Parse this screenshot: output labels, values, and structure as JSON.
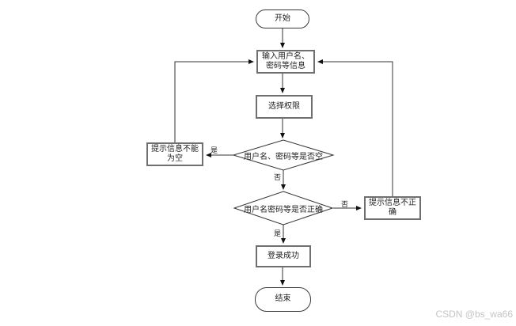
{
  "watermark": {
    "text": "CSDN @bs_wa66"
  },
  "colors": {
    "background": "#ffffff",
    "line": "#333333",
    "process_border": "#6f6f6f",
    "terminal_border": "#3a3a3a",
    "watermark": "#c4c4c4"
  },
  "nodes": {
    "start": {
      "label": "开始",
      "type": "terminal"
    },
    "input_info": {
      "label": "输入用户名、\n密码等信息",
      "type": "process"
    },
    "select_permission": {
      "label": "选择权限",
      "type": "process"
    },
    "check_empty": {
      "label": "用户名、密码等是否空",
      "type": "decision"
    },
    "empty_hint": {
      "label": "提示信息不能\n为空",
      "type": "process"
    },
    "check_correct": {
      "label": "用户名密码等是否正确",
      "type": "decision"
    },
    "incorrect_hint": {
      "label": "提示信息不正\n确",
      "type": "process"
    },
    "login_success": {
      "label": "登录成功",
      "type": "process"
    },
    "end": {
      "label": "结束",
      "type": "terminal"
    }
  },
  "edge_labels": {
    "empty_yes": "是",
    "empty_no": "否",
    "correct_no": "否",
    "correct_yes": "是"
  }
}
